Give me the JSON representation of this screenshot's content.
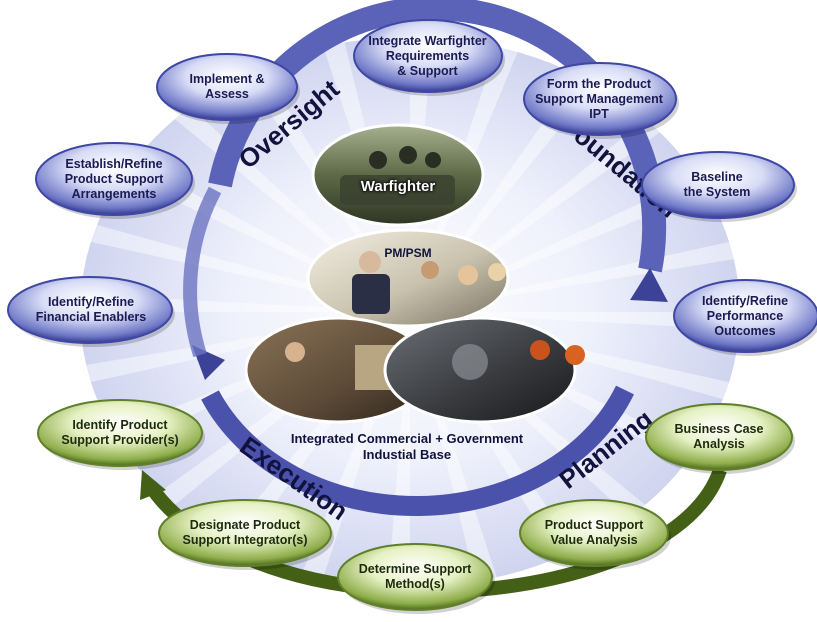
{
  "colors": {
    "blue_oval": "#3f47a4",
    "blue_oval_light": "#dfe3f8",
    "green_oval": "#5f7f2a",
    "green_oval_light": "#e9f3c6",
    "ring": "#5a63b8",
    "arrow_dark": "#3c4396",
    "green_arrow": "#445f16",
    "phase_text": "#11123d"
  },
  "phases": {
    "oversight": "Oversight",
    "foundation": "Foundation",
    "planning": "Planning",
    "execution": "Execution"
  },
  "steps_blue": [
    "Integrate Warfighter\nRequirements\n& Support",
    "Form the Product\nSupport Management\nIPT",
    "Baseline\nthe System",
    "Identify/Refine\nPerformance\nOutcomes",
    "Implement &\nAssess",
    "Establish/Refine\nProduct Support\nArrangements",
    "Identify/Refine\nFinancial Enablers"
  ],
  "steps_green": [
    "Business Case\nAnalysis",
    "Product Support\nValue Analysis",
    "Determine Support\nMethod(s)",
    "Designate Product\nSupport Integrator(s)",
    "Identify Product\nSupport Provider(s)"
  ],
  "center": {
    "warfighter": "Warfighter",
    "pm_psm": "PM/PSM",
    "industrial_base": "Integrated Commercial + Government\nIndustial Base"
  }
}
